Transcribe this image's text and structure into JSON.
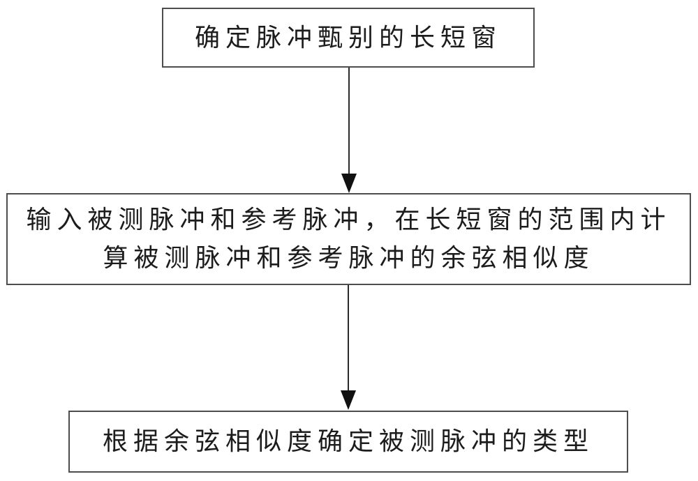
{
  "flowchart": {
    "title": "pulse-discrimination-flowchart",
    "steps": [
      {
        "id": "step-1",
        "text": "确定脉冲甄别的长短窗"
      },
      {
        "id": "step-2",
        "text": "输入被测脉冲和参考脉冲，在长短窗的范围内计算被测脉冲和参考脉冲的余弦相似度"
      },
      {
        "id": "step-3",
        "text": "根据余弦相似度确定被测脉冲的类型"
      }
    ],
    "connectors": [
      {
        "from": "step-1",
        "to": "step-2",
        "direction": "down"
      },
      {
        "from": "step-2",
        "to": "step-3",
        "direction": "down"
      }
    ],
    "colors": {
      "background": "#ffffff",
      "box_border": "#4d4d4d",
      "text": "#1c1c1c",
      "arrow": "#111111"
    }
  }
}
